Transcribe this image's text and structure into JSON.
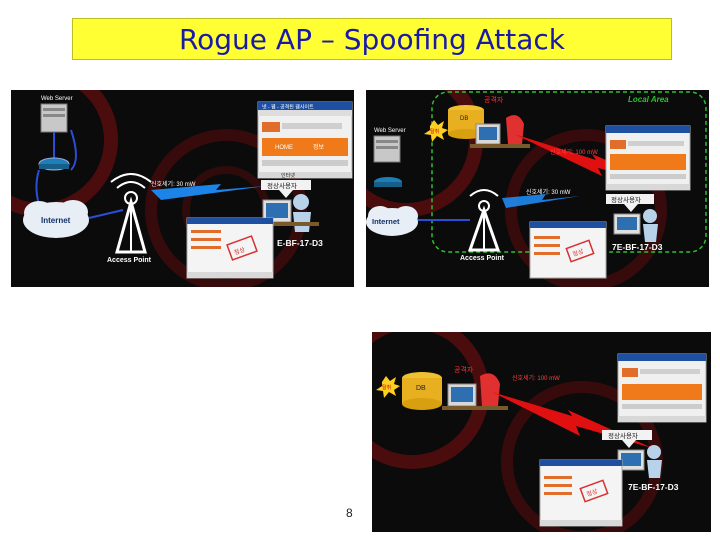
{
  "slide": {
    "title": "Rogue AP – Spoofing Attack",
    "page_number": "8"
  },
  "panel1": {
    "web_server_label": "Web Server",
    "internet_label": "Internet",
    "access_point_label": "Access Point",
    "signal_label": "신호세기: 30 mW",
    "user_label": "정상사용자",
    "mac_address": "E-BF-17-D3",
    "stamp_text": "정상",
    "window_title": "넷 - 웹 - 공격된 웹사이트",
    "window_buttons": [
      "HOME",
      "정보"
    ],
    "window_status": "인터넷"
  },
  "panel2": {
    "local_area_label": "Local Area",
    "attacker_label": "공격자",
    "db_label": "DB",
    "web_server_label": "Web Server",
    "internet_label": "Internet",
    "access_point_label": "Access Point",
    "signal_strong": "신호세기: 100 mW",
    "signal_weak": "신호세기: 30 mW",
    "user_label": "정상사용자",
    "mac_address": "7E-BF-17-D3",
    "stamp_text": "정상",
    "burst_text": "탈취"
  },
  "panel3": {
    "attacker_label": "공격자",
    "db_label": "DB",
    "signal_strong": "신호세기: 100 mW",
    "user_label": "정상사용자",
    "mac_address": "7E-BF-17-D3",
    "stamp_text": "정상",
    "burst_text": "탈취"
  },
  "colors": {
    "title_bg": "#ffff33",
    "title_text": "#1a1aa8",
    "panel_bg": "#0b0b0b",
    "laser_red": "#e01010",
    "beam_blue": "#1e90ff",
    "local_area_green": "#2fbf2f",
    "window_orange": "#f07a1a"
  }
}
